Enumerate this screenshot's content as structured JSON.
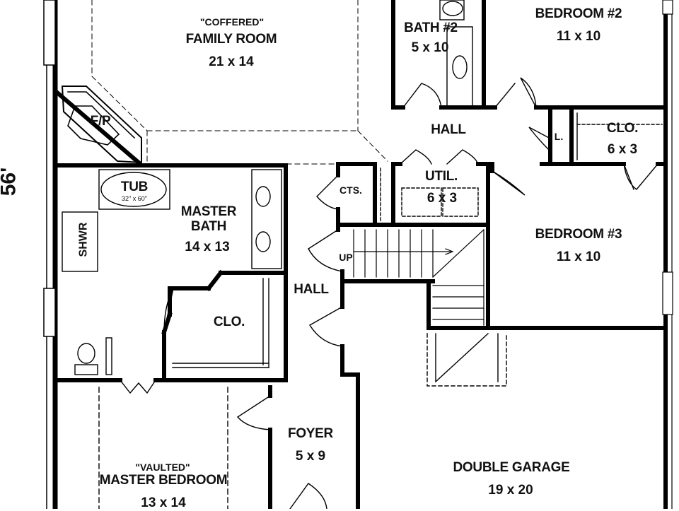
{
  "dimension": "56'",
  "rooms": {
    "family_room": {
      "note": "\"COFFERED\"",
      "name": "FAMILY ROOM",
      "size": "21 x 14"
    },
    "bath2": {
      "name": "BATH #2",
      "size": "5 x 10"
    },
    "bedroom2": {
      "name": "BEDROOM #2",
      "size": "11 x 10"
    },
    "hall_upper": {
      "name": "HALL"
    },
    "linen": {
      "name": "L."
    },
    "closet_upper": {
      "name": "CLO.",
      "size": "6 x 3"
    },
    "fireplace": {
      "name": "F/P"
    },
    "tub": {
      "name": "TUB",
      "size": "32\" x 60\""
    },
    "shower": {
      "name": "SHWR"
    },
    "master_bath": {
      "name": "MASTER\nBATH",
      "size": "14 x 13"
    },
    "cts": {
      "name": "CTS."
    },
    "util": {
      "name": "UTIL.",
      "size": "6 x 3"
    },
    "stairs": {
      "name": "UP"
    },
    "bedroom3": {
      "name": "BEDROOM #3",
      "size": "11 x 10"
    },
    "hall_mid": {
      "name": "HALL"
    },
    "closet_master": {
      "name": "CLO."
    },
    "foyer": {
      "name": "FOYER",
      "size": "5 x 9"
    },
    "master_bedroom": {
      "note": "\"VAULTED\"",
      "name": "MASTER BEDROOM",
      "size": "13 x 14"
    },
    "garage": {
      "name": "DOUBLE GARAGE",
      "size": "19 x 20"
    }
  }
}
